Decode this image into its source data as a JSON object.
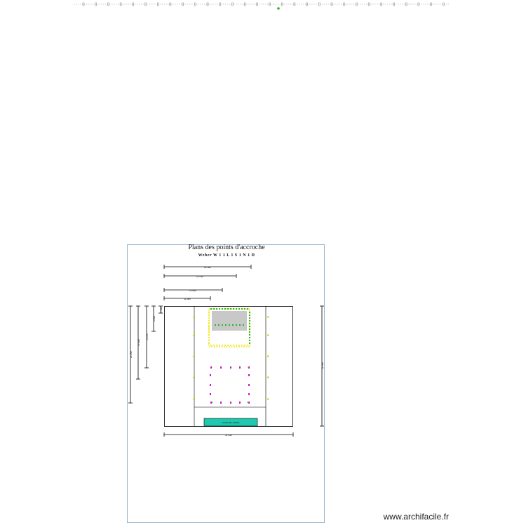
{
  "plan": {
    "title": "Plans des points d'accroche",
    "subtitle": "Weber W  1 1 L 1 S 1 N 1 D",
    "dimensions": {
      "h1": "26.18m",
      "h2": "21.73m",
      "h3": "14.04m",
      "h4": "11.38m",
      "bottom": "31.13m",
      "v1": "23.95m",
      "v2": "17.52m",
      "v3": "11.37m",
      "v4": "5.68m",
      "v5": "1.49m",
      "right": "24.35m"
    },
    "stage_label": "entree des artistes"
  },
  "watermark": "www.archifacile.fr",
  "colors": {
    "frame": "#9bb6cf",
    "stage": "#20c8b0",
    "grey_zone": "#c8c8c8",
    "point_yellow": "#f2ea2a",
    "point_green": "#2ab52a",
    "point_magenta": "#c01fc0"
  }
}
